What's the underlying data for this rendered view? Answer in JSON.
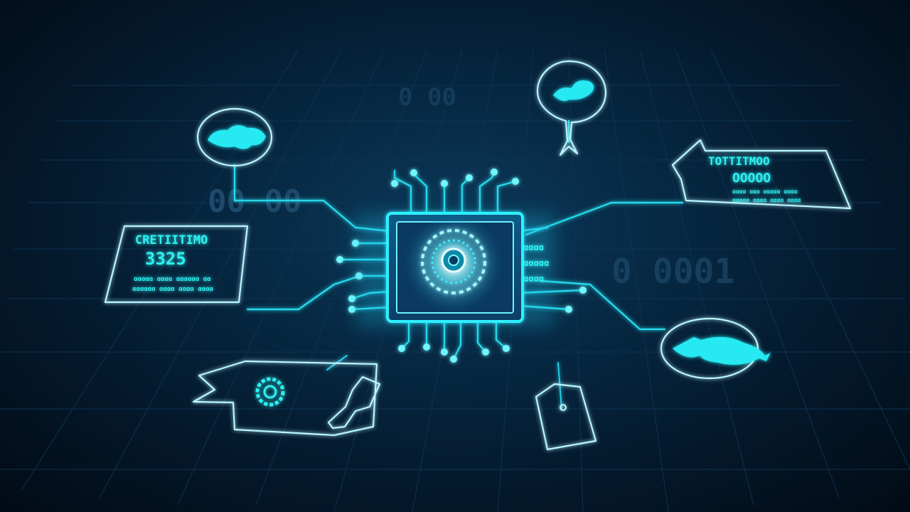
{
  "colors": {
    "background": "#041523",
    "grid": "#0e3454",
    "accent": "#27e9f2",
    "outline": "#b9f6ff"
  },
  "diagram": {
    "chip": {
      "icon": "cpu-chip-icon",
      "core_icon": "radial-core-icon",
      "side_label_lines": [
        "ɑɑɑɑ",
        "ɑɑɑɑɑ",
        "ɑɑɑɑ"
      ]
    },
    "panel_left": {
      "title": "CRETIITIMO",
      "value": "3325",
      "line1": "ɑɑɑɑɑ ɑɑɑɑ ɑɑɑɑɑɑ ɑɑ",
      "line2": "ɑɑɑɑɑɑ ɑɑɑɑ ɑɑɑɑ ɑɑɑɑ"
    },
    "panel_right": {
      "title": "TOTTITMOO",
      "value": "OOOOO",
      "line1": "ɑɑɑɑ ɑɑɑ ɑɑɑɑɑ ɑɑɑɑ",
      "line2": "ɑɑɑɑɑ ɑɑɑɑ ɑɑɑɑ ɑɑɑɑ"
    },
    "nodes": [
      {
        "name": "bubble-top-left",
        "icon": "cloud-icon"
      },
      {
        "name": "bubble-top",
        "icon": "wave-icon"
      },
      {
        "name": "bubble-right",
        "icon": "fish-icon"
      },
      {
        "name": "tag-bottom-left",
        "icon": "gear-icon"
      },
      {
        "name": "tag-bottom",
        "icon": "price-tag-icon"
      }
    ],
    "background_glyphs": [
      "00 00",
      "0 0001",
      "0 00"
    ]
  }
}
